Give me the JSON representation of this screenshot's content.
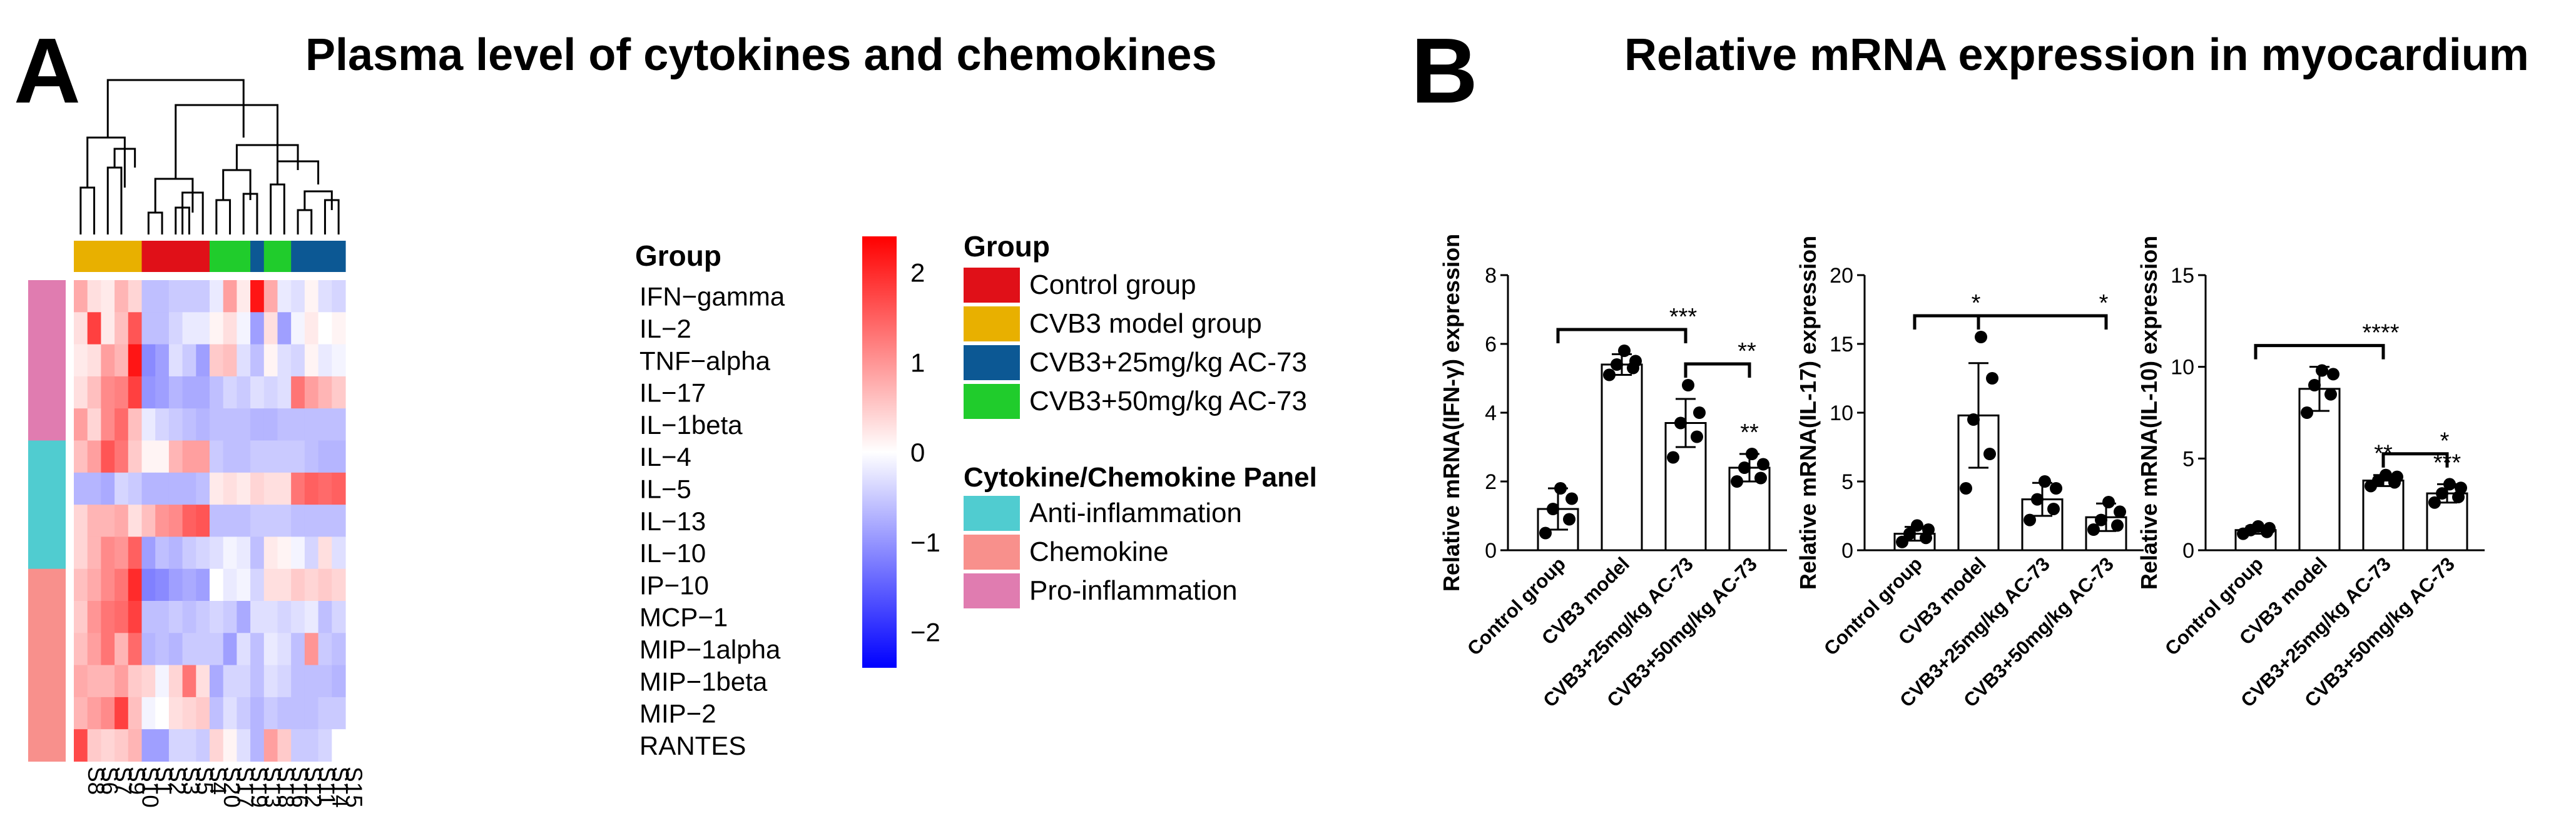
{
  "panelA": {
    "letter": "A",
    "title": "Plasma level of cytokines and chemokines",
    "group_header": "Group",
    "samples": [
      "S8",
      "S6",
      "S7",
      "S9",
      "S10",
      "S1",
      "S2",
      "S3",
      "S5",
      "S4",
      "S20",
      "S17",
      "S19",
      "S13",
      "S18",
      "S16",
      "S12",
      "S11",
      "S14",
      "S15"
    ],
    "sample_groups": [
      "CVB3 model group",
      "CVB3 model group",
      "CVB3 model group",
      "CVB3 model group",
      "CVB3 model group",
      "Control group",
      "Control group",
      "Control group",
      "Control group",
      "Control group",
      "CVB3+50mg/kg AC-73",
      "CVB3+50mg/kg AC-73",
      "CVB3+50mg/kg AC-73",
      "CVB3+25mg/kg AC-73",
      "CVB3+50mg/kg AC-73",
      "CVB3+50mg/kg AC-73",
      "CVB3+25mg/kg AC-73",
      "CVB3+25mg/kg AC-73",
      "CVB3+25mg/kg AC-73",
      "CVB3+25mg/kg AC-73"
    ],
    "rows": [
      "IFN−gamma",
      "IL−2",
      "TNF−alpha",
      "IL−17",
      "IL−1beta",
      "IL−4",
      "IL−5",
      "IL−13",
      "IL−10",
      "IP−10",
      "MCP−1",
      "MIP−1alpha",
      "MIP−1beta",
      "MIP−2",
      "RANTES"
    ],
    "row_panels": [
      "Pro-inflammation",
      "Pro-inflammation",
      "Pro-inflammation",
      "Pro-inflammation",
      "Pro-inflammation",
      "Anti-inflammation",
      "Anti-inflammation",
      "Anti-inflammation",
      "Anti-inflammation",
      "Chemokine",
      "Chemokine",
      "Chemokine",
      "Chemokine",
      "Chemokine",
      "Chemokine"
    ],
    "scale_ticks": [
      "2",
      "1",
      "0",
      "−1",
      "−2"
    ],
    "scale_colors": {
      "high": "#ff0000",
      "mid": "#ffffff",
      "low": "#0000ff"
    },
    "legend": {
      "group_title": "Group",
      "groups": [
        {
          "label": "Control group",
          "color": "#e01018"
        },
        {
          "label": "CVB3 model group",
          "color": "#e8b000"
        },
        {
          "label": "CVB3+25mg/kg AC-73",
          "color": "#0c5894"
        },
        {
          "label": "CVB3+50mg/kg AC-73",
          "color": "#20cc2c"
        }
      ],
      "panel_title": "Cytokine/Chemokine Panel",
      "panels": [
        {
          "label": "Anti-inflammation",
          "color": "#50ccd0"
        },
        {
          "label": "Chemokine",
          "color": "#f8908c"
        },
        {
          "label": "Pro-inflammation",
          "color": "#e07cb0"
        }
      ]
    }
  },
  "panelB": {
    "letter": "B",
    "title": "Relative mRNA expression in myocardium",
    "categories": [
      "Control group",
      "CVB3 model",
      "CVB3+25mg/kg AC-73",
      "CVB3+50mg/kg AC-73"
    ]
  },
  "chart_data": [
    {
      "type": "heatmap",
      "title": "Plasma level of cytokines and chemokines",
      "x": [
        "S8",
        "S6",
        "S7",
        "S9",
        "S10",
        "S1",
        "S2",
        "S3",
        "S5",
        "S4",
        "S20",
        "S17",
        "S19",
        "S13",
        "S18",
        "S16",
        "S12",
        "S11",
        "S14",
        "S15"
      ],
      "y": [
        "IFN−gamma",
        "IL−2",
        "TNF−alpha",
        "IL−17",
        "IL−1beta",
        "IL−4",
        "IL−5",
        "IL−13",
        "IL−10",
        "IP−10",
        "MCP−1",
        "MIP−1alpha",
        "MIP−1beta",
        "MIP−2",
        "RANTES"
      ],
      "color_range": [
        -2.4,
        2.4
      ],
      "values": [
        [
          0.8,
          0.3,
          0.2,
          0.7,
          0.4,
          -0.6,
          -0.6,
          -0.5,
          -0.5,
          -0.5,
          -0.2,
          0.9,
          0.2,
          2.2,
          0.8,
          -0.2,
          -0.3,
          0.1,
          -0.3,
          -0.4
        ],
        [
          0.3,
          1.8,
          0.2,
          0.6,
          1.6,
          -0.6,
          -0.6,
          -0.4,
          -0.2,
          -0.2,
          0.1,
          0.3,
          -0.1,
          -0.9,
          0.3,
          -0.9,
          -0.1,
          0.2,
          0.0,
          0.1
        ],
        [
          0.2,
          0.3,
          0.9,
          0.7,
          2.2,
          -1.1,
          -0.9,
          -0.3,
          -0.5,
          -0.9,
          0.5,
          0.6,
          -0.3,
          -0.6,
          0.1,
          -0.3,
          -0.4,
          0.1,
          -0.2,
          -0.1
        ],
        [
          0.3,
          0.6,
          1.1,
          1.2,
          1.8,
          -1.0,
          -0.9,
          -0.7,
          -0.8,
          -0.8,
          -0.6,
          -0.4,
          -0.5,
          -0.3,
          -0.4,
          -0.3,
          1.3,
          0.9,
          0.7,
          0.5
        ],
        [
          0.9,
          0.4,
          1.1,
          1.4,
          0.6,
          -0.2,
          -0.4,
          -0.5,
          -0.6,
          -0.7,
          -0.6,
          -0.6,
          -0.6,
          -0.7,
          -0.7,
          -0.6,
          -0.6,
          -0.6,
          -0.6,
          -0.6
        ],
        [
          0.6,
          0.9,
          1.6,
          1.3,
          0.5,
          0.1,
          0.1,
          0.7,
          0.9,
          0.9,
          -0.5,
          -0.6,
          -0.6,
          -0.5,
          -0.5,
          -0.5,
          -0.5,
          -0.6,
          -0.7,
          -0.7
        ],
        [
          -0.7,
          -0.7,
          -0.8,
          -0.4,
          -0.5,
          -0.7,
          -0.7,
          -0.7,
          -0.7,
          -0.6,
          0.2,
          0.3,
          0.2,
          0.4,
          0.3,
          0.3,
          1.3,
          1.5,
          1.4,
          1.5
        ],
        [
          0.4,
          0.7,
          0.7,
          0.8,
          0.3,
          0.6,
          1.0,
          1.1,
          1.5,
          1.6,
          -0.6,
          -0.6,
          -0.6,
          -0.5,
          -0.5,
          -0.5,
          -0.6,
          -0.6,
          -0.6,
          -0.6
        ],
        [
          0.4,
          0.7,
          1.1,
          1.0,
          1.5,
          -0.9,
          -0.6,
          -0.7,
          -0.5,
          -0.4,
          -0.3,
          -0.1,
          -0.2,
          -0.6,
          0.2,
          0.1,
          -0.1,
          -0.4,
          0.3,
          -0.3
        ],
        [
          0.6,
          0.8,
          1.1,
          1.3,
          2.0,
          -1.2,
          -1.1,
          -0.9,
          -0.8,
          -0.9,
          0.0,
          -0.2,
          -0.1,
          -0.4,
          0.3,
          0.3,
          0.5,
          0.4,
          0.5,
          0.4
        ],
        [
          0.5,
          1.0,
          1.3,
          1.4,
          1.8,
          -0.6,
          -0.6,
          -0.5,
          -0.6,
          -0.5,
          -0.4,
          -0.5,
          -0.8,
          -0.3,
          -0.3,
          -0.4,
          -0.3,
          -0.2,
          -0.6,
          -0.4
        ],
        [
          0.6,
          0.9,
          1.3,
          0.7,
          1.4,
          -0.7,
          -0.6,
          -0.7,
          -0.5,
          -0.5,
          -0.5,
          -0.9,
          -0.3,
          -0.6,
          -0.2,
          -0.3,
          -0.6,
          1.0,
          -0.5,
          -0.6
        ],
        [
          0.8,
          0.7,
          0.7,
          0.9,
          0.5,
          0.4,
          -0.1,
          0.4,
          1.3,
          0.3,
          -0.8,
          -0.4,
          -0.4,
          -0.6,
          -0.3,
          -0.4,
          -0.6,
          -0.6,
          -0.6,
          -0.7
        ],
        [
          0.7,
          0.9,
          1.1,
          1.8,
          0.6,
          -0.1,
          0.0,
          0.3,
          0.4,
          0.5,
          -0.6,
          -0.3,
          -0.5,
          -0.7,
          -0.5,
          -0.6,
          -0.6,
          -0.6,
          -0.5,
          -0.5
        ],
        [
          1.7,
          0.5,
          0.4,
          0.5,
          0.7,
          -0.9,
          -0.9,
          -0.4,
          -0.4,
          -0.5,
          0.4,
          0.1,
          -0.3,
          -0.7,
          0.9,
          0.5,
          -0.5,
          -0.5,
          -0.4,
          0.0
        ]
      ]
    },
    {
      "type": "bar",
      "ylabel": "Relative mRNA(IFN-γ) expression",
      "categories": [
        "Control group",
        "CVB3 model",
        "CVB3+25mg/kg AC-73",
        "CVB3+50mg/kg AC-73"
      ],
      "values": [
        1.2,
        5.4,
        3.7,
        2.4
      ],
      "errors": [
        0.6,
        0.3,
        0.7,
        0.4
      ],
      "points": [
        [
          0.5,
          0.9,
          1.2,
          1.5,
          1.8
        ],
        [
          5.1,
          5.3,
          5.4,
          5.5,
          5.8
        ],
        [
          2.7,
          3.3,
          3.7,
          4.0,
          4.8
        ],
        [
          2.0,
          2.1,
          2.4,
          2.5,
          2.8
        ]
      ],
      "ylim": [
        0,
        8
      ],
      "yticks": [
        0,
        2,
        4,
        6,
        8
      ],
      "significance": [
        {
          "from": 0,
          "to": 2,
          "label": "***"
        },
        {
          "from": 2,
          "to": 3,
          "label": "**"
        },
        {
          "from": 3,
          "to": 3,
          "label": "**"
        }
      ]
    },
    {
      "type": "bar",
      "ylabel": "Relative mRNA(IL-17) expression",
      "categories": [
        "Control group",
        "CVB3 model",
        "CVB3+25mg/kg AC-73",
        "CVB3+50mg/kg AC-73"
      ],
      "values": [
        1.2,
        9.8,
        3.7,
        2.4
      ],
      "errors": [
        0.5,
        3.8,
        1.2,
        1.0
      ],
      "points": [
        [
          0.6,
          0.9,
          1.2,
          1.5,
          1.8
        ],
        [
          4.5,
          7.0,
          9.5,
          12.5,
          15.5
        ],
        [
          2.2,
          3.0,
          3.7,
          4.5,
          5.0
        ],
        [
          1.5,
          1.8,
          2.2,
          2.8,
          3.5
        ]
      ],
      "ylim": [
        0,
        20
      ],
      "yticks": [
        0,
        5,
        10,
        15,
        20
      ],
      "significance": [
        {
          "from": 0,
          "to": 1,
          "label": "*"
        },
        {
          "from": 1,
          "to": 3,
          "label": "*"
        }
      ]
    },
    {
      "type": "bar",
      "ylabel": "Relative mRNA(IL-10) expression",
      "categories": [
        "Control group",
        "CVB3 model",
        "CVB3+25mg/kg AC-73",
        "CVB3+50mg/kg AC-73"
      ],
      "values": [
        1.1,
        8.8,
        3.8,
        3.1
      ],
      "errors": [
        0.2,
        1.2,
        0.3,
        0.5
      ],
      "points": [
        [
          0.9,
          1.0,
          1.1,
          1.2,
          1.3
        ],
        [
          7.5,
          8.5,
          9.0,
          9.6,
          9.8
        ],
        [
          3.5,
          3.7,
          3.8,
          4.0,
          4.1
        ],
        [
          2.6,
          2.9,
          3.1,
          3.4,
          3.6
        ]
      ],
      "ylim": [
        0,
        15
      ],
      "yticks": [
        0,
        5,
        10,
        15
      ],
      "significance": [
        {
          "from": 0,
          "to": 2,
          "label": "****"
        },
        {
          "from": 2,
          "to": 3,
          "label": "*"
        },
        {
          "from": 2,
          "to": 2,
          "label": "**"
        },
        {
          "from": 3,
          "to": 3,
          "label": "***"
        }
      ]
    }
  ]
}
